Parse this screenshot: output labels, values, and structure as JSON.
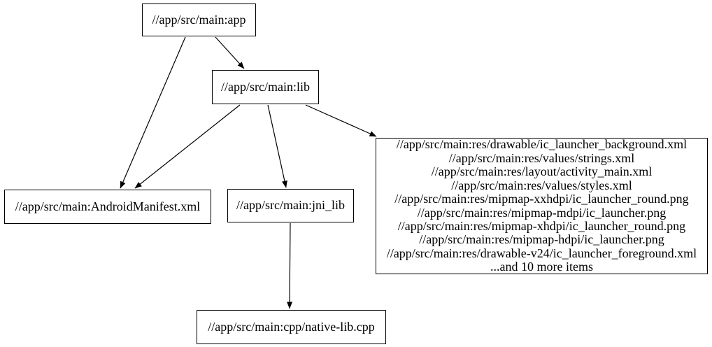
{
  "diagram": {
    "type": "dependency-graph",
    "background_color": "#ffffff",
    "node_fill_color": "#ffffff",
    "node_border_color": "#000000",
    "text_color": "#000000",
    "edge_color": "#000000",
    "nodes": [
      {
        "id": "app",
        "label": "//app/src/main:app"
      },
      {
        "id": "lib",
        "label": "//app/src/main:lib"
      },
      {
        "id": "android_manifest",
        "label": "//app/src/main:AndroidManifest.xml"
      },
      {
        "id": "jni_lib",
        "label": "//app/src/main:jni_lib"
      },
      {
        "id": "res_group",
        "label_lines": [
          "//app/src/main:res/drawable/ic_launcher_background.xml",
          "//app/src/main:res/values/strings.xml",
          "//app/src/main:res/layout/activity_main.xml",
          "//app/src/main:res/values/styles.xml",
          "//app/src/main:res/mipmap-xxhdpi/ic_launcher_round.png",
          "//app/src/main:res/mipmap-mdpi/ic_launcher.png",
          "//app/src/main:res/mipmap-xhdpi/ic_launcher_round.png",
          "//app/src/main:res/mipmap-hdpi/ic_launcher.png",
          "//app/src/main:res/drawable-v24/ic_launcher_foreground.xml",
          "...and 10 more items"
        ]
      },
      {
        "id": "native_lib_cpp",
        "label": "//app/src/main:cpp/native-lib.cpp"
      }
    ],
    "edges": [
      {
        "from": "app",
        "to": "lib"
      },
      {
        "from": "app",
        "to": "android_manifest"
      },
      {
        "from": "lib",
        "to": "android_manifest"
      },
      {
        "from": "lib",
        "to": "jni_lib"
      },
      {
        "from": "lib",
        "to": "res_group"
      },
      {
        "from": "jni_lib",
        "to": "native_lib_cpp"
      }
    ]
  }
}
